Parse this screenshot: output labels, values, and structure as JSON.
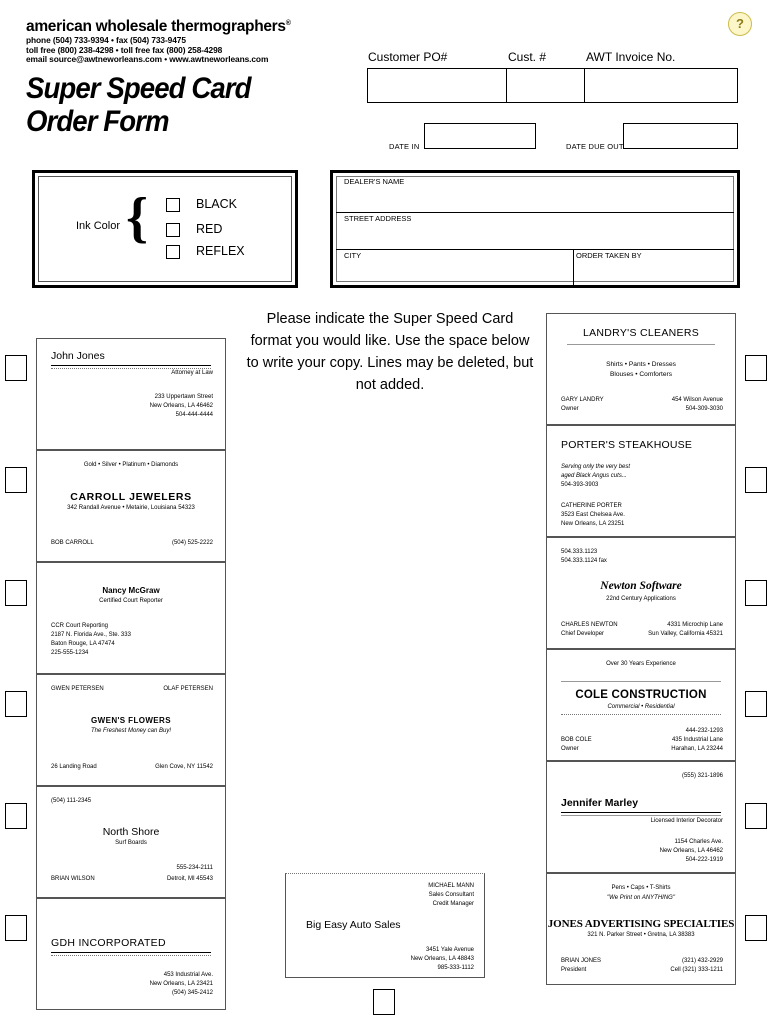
{
  "header": {
    "company": "american wholesale thermographers",
    "reg": "®",
    "contact_line1": "phone (504) 733-9394 • fax (504) 733-9475",
    "contact_line2": "toll free (800) 238-4298 • toll free fax (800) 258-4298",
    "contact_line3": "email source@awtneworleans.com • www.awtneworleans.com",
    "title_line1": "Super Speed Card",
    "title_line2": "Order Form",
    "help_icon": "?"
  },
  "top_fields": {
    "customer_po": "Customer  PO#",
    "cust_num": "Cust. #",
    "awt_invoice": "AWT Invoice No.",
    "date_in": "DATE IN",
    "date_due_out": "DATE DUE OUT"
  },
  "ink_color": {
    "label": "Ink Color",
    "options": [
      "BLACK",
      "RED",
      "REFLEX"
    ]
  },
  "dealer": {
    "name_label": "DEALER'S NAME",
    "street_label": "STREET ADDRESS",
    "city_label": "CITY",
    "order_taken_by_label": "ORDER  TAKEN BY"
  },
  "instructions": "Please indicate the Super Speed Card format you would like.  Use the space below to write your copy.  Lines may be deleted, but not added.",
  "cards": {
    "john_jones": {
      "name": "John Jones",
      "title": "Attorney at Law",
      "address1": "233 Uppertawn Street",
      "address2": "New Orleans, LA 46462",
      "phone": "504-444-4444"
    },
    "carroll_jewelers": {
      "tagline": "Gold • Silver • Platinum • Diamonds",
      "name": "CARROLL JEWELERS",
      "address": "342 Randall Avenue • Metairie, Louisiana 54323",
      "contact": "BOB CARROLL",
      "phone": "(504) 525-2222"
    },
    "nancy_mcgraw": {
      "name": "Nancy McGraw",
      "title": "Certified Court Reporter",
      "company": "CCR Court Reporting",
      "address1": "2187 N. Florida Ave., Ste. 333",
      "address2": "Baton Rouge, LA 47474",
      "phone": "225-555-1234"
    },
    "gwens_flowers": {
      "contact_left": "GWEN PETERSEN",
      "contact_right": "OLAF PETERSEN",
      "name": "GWEN'S FLOWERS",
      "tagline": "The Freshest Money can Buy!",
      "address_left": "26 Landing Road",
      "address_right": "Glen Cove, NY  11542"
    },
    "north_shore": {
      "phone_top": "(504) 111-2345",
      "name": "North Shore",
      "subtitle": "Surf Boards",
      "contact": "BRIAN WILSON",
      "phone": "555-234-2111",
      "city": "Detroit, MI 45543"
    },
    "gdh": {
      "name": "GDH INCORPORATED",
      "address1": "453 Industrial Ave.",
      "address2": "New Orleans, LA 23421",
      "phone": "(504) 345-2412"
    },
    "big_easy": {
      "contact_name": "MICHAEL MANN",
      "contact_title1": "Sales Consultant",
      "contact_title2": "Credit Manager",
      "name": "Big Easy Auto Sales",
      "address1": "3451 Yale Avenue",
      "address2": "New Orleans, LA 48843",
      "phone": "985-333-1112"
    },
    "landrys": {
      "name": "LANDRY'S CLEANERS",
      "services1": "Shirts • Pants • Dresses",
      "services2": "Blouses • Comforters",
      "contact": "GARY LANDRY",
      "contact_title": "Owner",
      "address": "454 Wilson Avenue",
      "phone": "504-309-3030"
    },
    "porters": {
      "name": "PORTER'S STEAKHOUSE",
      "tagline1": "Serving only the very best",
      "tagline2": "aged Black Angus cuts...",
      "phone": "504-393-3903",
      "contact": "CATHERINE PORTER",
      "address1": "3523 East Chelsea Ave.",
      "address2": "New Orleans, LA 23251"
    },
    "newton": {
      "phone": "504.333.1123",
      "fax": "504.333.1124 fax",
      "name": "Newton Software",
      "tagline": "22nd Century Applications",
      "contact": "CHARLES NEWTON",
      "contact_title": "Chief Developer",
      "address1": "4331 Microchip Lane",
      "address2": "Sun Valley, California 45321"
    },
    "cole": {
      "tagline": "Over 30 Years Experience",
      "name": "COLE  CONSTRUCTION",
      "subtitle": "Commercial • Residential",
      "contact": "BOB COLE",
      "contact_title": "Owner",
      "phone": "444-232-1293",
      "address1": "435 Industrial Lane",
      "address2": "Harahan, LA 23244"
    },
    "jennifer_marley": {
      "phone_top": "(555) 321-1896",
      "name": "Jennifer Marley",
      "title": "Licensed Interior Decorator",
      "address1": "1154 Charles Ave.",
      "address2": "New Orleans, LA 46462",
      "phone": "504-222-1919"
    },
    "jones_advertising": {
      "products": "Pens • Caps • T-Shirts",
      "tagline": "\"We Print on ANYTHING\"",
      "name": "JONES ADVERTISING SPECIALTIES",
      "address": "321 N. Parker Street • Gretna, LA 38383",
      "contact": "BRIAN JONES",
      "contact_title": "President",
      "phone": "(321) 432-2929",
      "cell": "Cell (321) 333-1211"
    }
  }
}
